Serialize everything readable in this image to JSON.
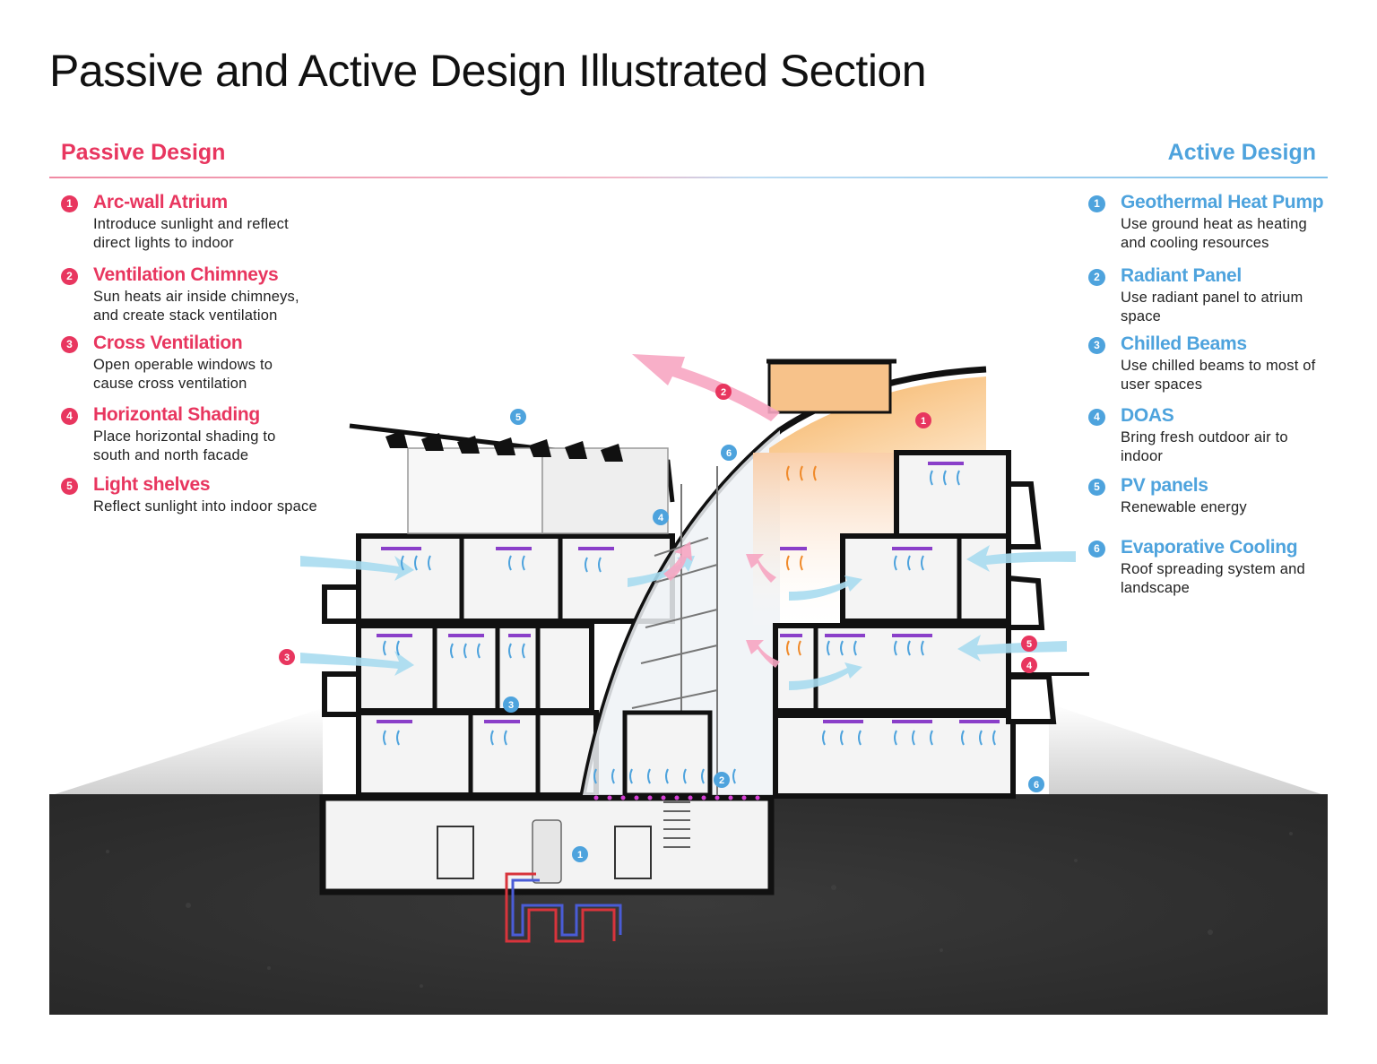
{
  "title": "Passive and Active Design Illustrated Section",
  "passive": {
    "heading": "Passive Design",
    "items": [
      {
        "num": "1",
        "title": "Arc-wall Atrium",
        "desc": [
          "Introduce sunlight and reflect",
          "direct lights to indoor"
        ]
      },
      {
        "num": "2",
        "title": "Ventilation Chimneys",
        "desc": [
          "Sun heats air inside chimneys,",
          "and create stack ventilation"
        ]
      },
      {
        "num": "3",
        "title": "Cross Ventilation",
        "desc": [
          "Open operable windows to",
          "cause cross ventilation"
        ]
      },
      {
        "num": "4",
        "title": "Horizontal Shading",
        "desc": [
          "Place horizontal shading to",
          "south and north facade"
        ]
      },
      {
        "num": "5",
        "title": "Light shelves",
        "desc": [
          "Reflect sunlight into indoor space"
        ]
      }
    ]
  },
  "active": {
    "heading": "Active Design",
    "items": [
      {
        "num": "1",
        "title": "Geothermal Heat Pump",
        "desc": [
          "Use ground heat as heating",
          "and cooling resources"
        ]
      },
      {
        "num": "2",
        "title": "Radiant Panel",
        "desc": [
          "Use radiant panel to atrium",
          "space"
        ]
      },
      {
        "num": "3",
        "title": "Chilled Beams",
        "desc": [
          "Use chilled beams to most of",
          "user spaces"
        ]
      },
      {
        "num": "4",
        "title": "DOAS",
        "desc": [
          "Bring fresh outdoor air to",
          "indoor"
        ]
      },
      {
        "num": "5",
        "title": "PV panels",
        "desc": [
          "Renewable energy"
        ]
      },
      {
        "num": "6",
        "title": "Evaporative Cooling",
        "desc": [
          "Roof spreading system and",
          "landscape"
        ]
      }
    ]
  },
  "colors": {
    "passive": "#e8365f",
    "active": "#4ea3dd",
    "ground": "#2f2f2f",
    "atrium_glow": "#f5b160"
  },
  "diagram_markers": [
    {
      "type": "passive",
      "num": "2"
    },
    {
      "type": "passive",
      "num": "1"
    },
    {
      "type": "passive",
      "num": "3"
    },
    {
      "type": "passive",
      "num": "5"
    },
    {
      "type": "passive",
      "num": "4"
    },
    {
      "type": "active",
      "num": "5"
    },
    {
      "type": "active",
      "num": "6"
    },
    {
      "type": "active",
      "num": "4"
    },
    {
      "type": "active",
      "num": "3"
    },
    {
      "type": "active",
      "num": "2"
    },
    {
      "type": "active",
      "num": "1"
    },
    {
      "type": "active",
      "num": "6"
    }
  ]
}
